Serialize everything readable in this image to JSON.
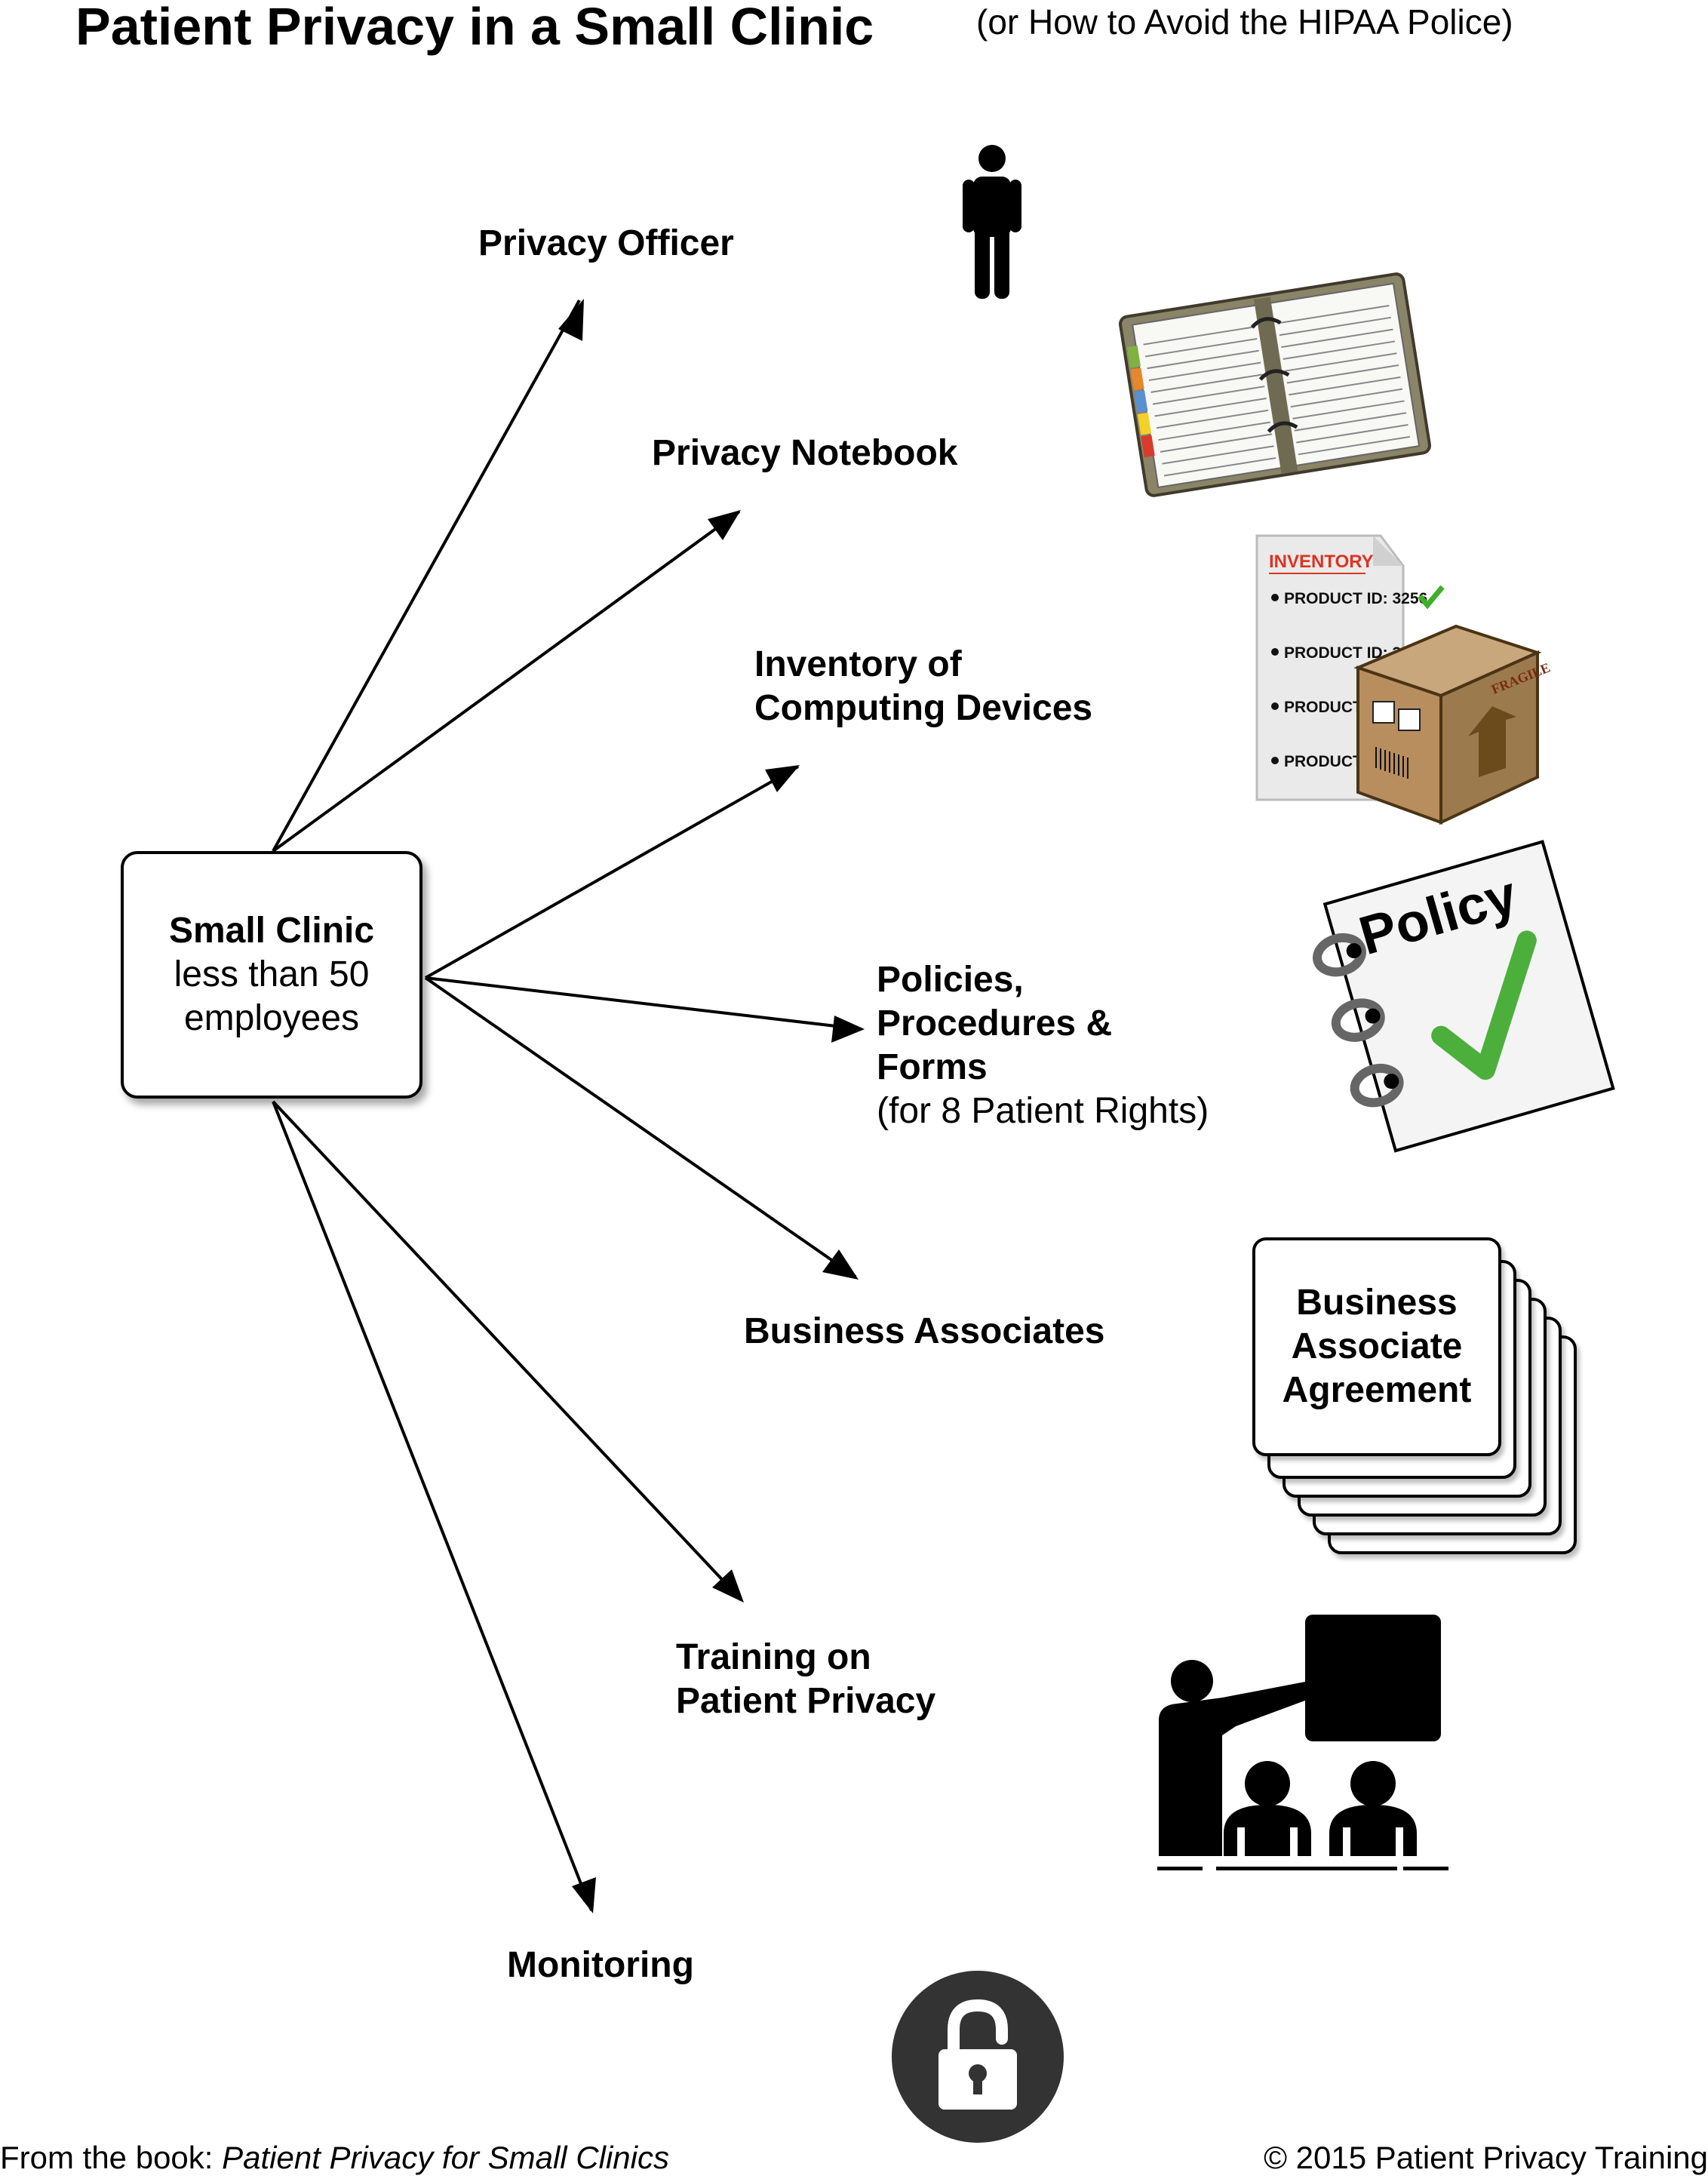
{
  "title": "Patient Privacy in a Small Clinic",
  "subtitle": "(or How to Avoid the HIPAA Police)",
  "center_node": {
    "name": "Small Clinic",
    "line2": "less than 50",
    "line3": "employees"
  },
  "branches": {
    "privacy_officer": "Privacy Officer",
    "privacy_notebook": "Privacy Notebook",
    "inventory_line1": "Inventory of",
    "inventory_line2": "Computing Devices",
    "policies_line1": "Policies,",
    "policies_line2": "Procedures &",
    "policies_line3": "Forms",
    "policies_line4": "(for 8 Patient Rights)",
    "business_associates": "Business Associates",
    "training_line1": "Training on",
    "training_line2": "Patient Privacy",
    "monitoring": "Monitoring"
  },
  "images": {
    "inventory_header": "INVENTORY",
    "inventory_item1": "PRODUCT ID: 3256",
    "inventory_item2": "PRODUCT ID: 3",
    "inventory_item3": "PRODUCT I",
    "inventory_item4": "PRODUCT I",
    "box_fragile": "FRAGILE",
    "policy_word": "Policy",
    "baa_line1": "Business",
    "baa_line2": "Associate",
    "baa_line3": "Agreement"
  },
  "icons": [
    "person-icon",
    "notebook-icon",
    "inventory-icon",
    "policy-icon",
    "agreement-stack-icon",
    "classroom-icon",
    "lock-icon"
  ],
  "colors": {
    "line": "#000000",
    "lock_circle": "#333333",
    "check_green": "#4caf3c",
    "notebook_cover": "#8a8468",
    "box_brown": "#9b7a4e"
  },
  "footer": {
    "prefix": "From the book: ",
    "book_title": "Patient Privacy for Small Clinics",
    "copyright": "© 2015 Patient Privacy Training"
  }
}
